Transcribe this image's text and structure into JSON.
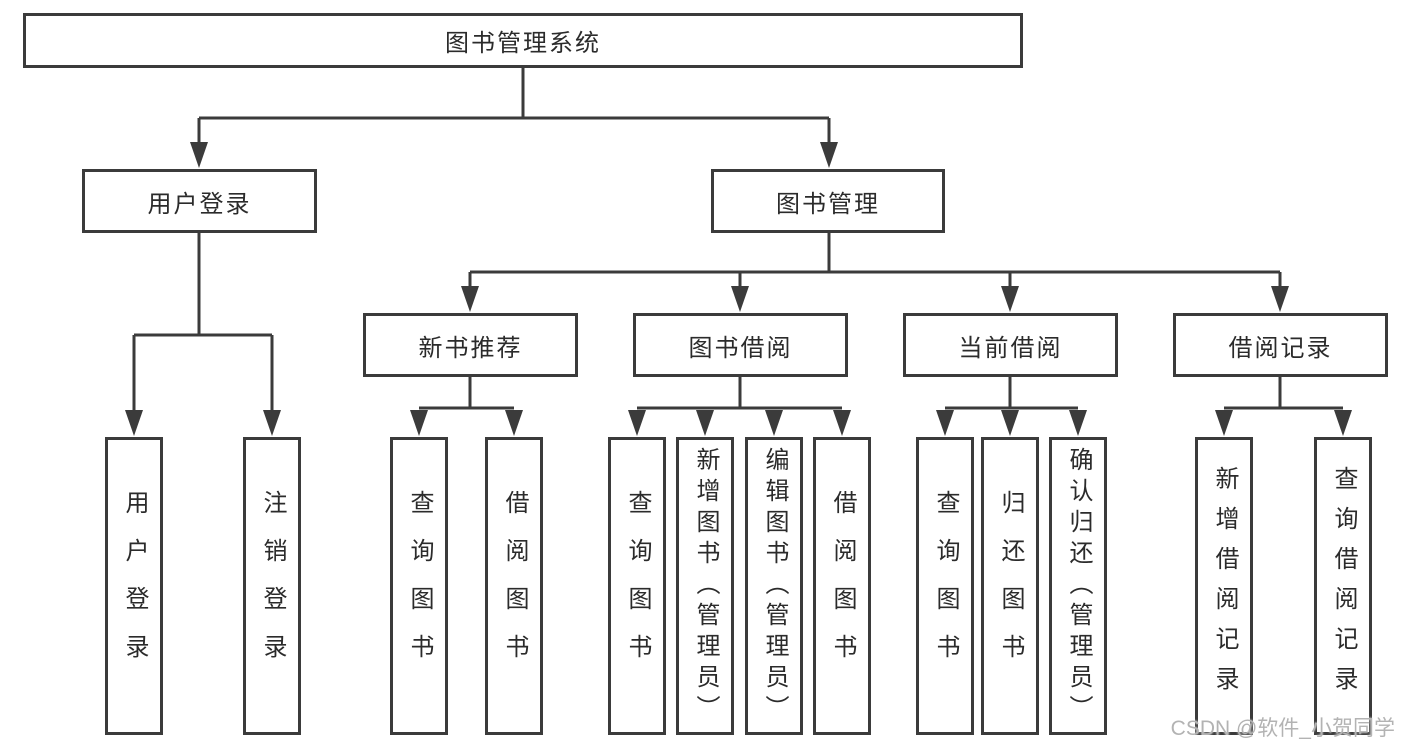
{
  "tree": {
    "label": "图书管理系统",
    "children": [
      {
        "label": "用户登录",
        "children": [
          {
            "label": "用户登录"
          },
          {
            "label": "注销登录"
          }
        ]
      },
      {
        "label": "图书管理",
        "children": [
          {
            "label": "新书推荐",
            "children": [
              {
                "label": "查询图书"
              },
              {
                "label": "借阅图书"
              }
            ]
          },
          {
            "label": "图书借阅",
            "children": [
              {
                "label": "查询图书"
              },
              {
                "label": "新增图书（管理员）"
              },
              {
                "label": "编辑图书（管理员）"
              },
              {
                "label": "借阅图书"
              }
            ]
          },
          {
            "label": "当前借阅",
            "children": [
              {
                "label": "查询图书"
              },
              {
                "label": "归还图书"
              },
              {
                "label": "确认归还（管理员）"
              }
            ]
          },
          {
            "label": "借阅记录",
            "children": [
              {
                "label": "新增借阅记录"
              },
              {
                "label": "查询借阅记录"
              }
            ]
          }
        ]
      }
    ]
  },
  "watermark": {
    "text": "CSDN @软件_小贺同学"
  },
  "colors": {
    "line": "#3b3b3b",
    "text": "#2b2b2b",
    "watermark": "#b3b3b3",
    "background": "#ffffff"
  }
}
